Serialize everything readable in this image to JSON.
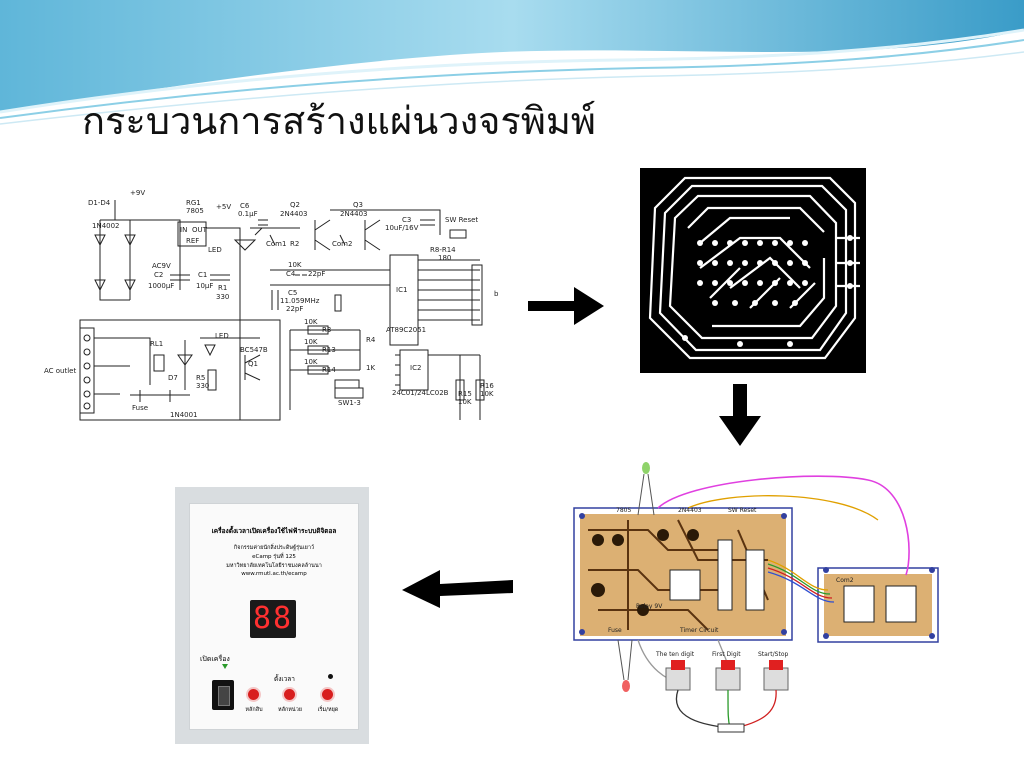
{
  "slide": {
    "title": "กระบวนการสร้างแผ่นวงจรพิมพ์"
  },
  "schematic": {
    "labels": [
      "D1-D4",
      "1N4002",
      "+9V",
      "RG1",
      "7805",
      "IN",
      "OUT",
      "REF",
      "+5V",
      "C6",
      "0.1µF",
      "Q2",
      "2N4403",
      "Q3",
      "2N4403",
      "C3",
      "10uF/16V",
      "SW Reset",
      "Com1",
      "R2",
      "Com2",
      "LED",
      "AC9V",
      "C2",
      "1000µF",
      "C1",
      "10µF",
      "R1",
      "330",
      "10K",
      "C4",
      "22pF",
      "C5",
      "11.059MHz",
      "22pF",
      "R8-R14",
      "180",
      "IC1",
      "AT89C2051",
      "10K",
      "R3",
      "10K",
      "R13",
      "10K",
      "R14",
      "RL1",
      "LED",
      "BC547B",
      "Q1",
      "D7",
      "R5",
      "330",
      "AC outlet",
      "Fuse",
      "1N4001",
      "SW1-3",
      "IC2",
      "24C01/24LC02B",
      "R15",
      "10K",
      "R16",
      "10K",
      "R4",
      "1K",
      "b"
    ]
  },
  "assembly": {
    "labels": [
      "7805",
      "2N4403",
      "SW Reset",
      "Relay 9V",
      "Fuse",
      "Timer Circuit",
      "Com2",
      "The ten digit",
      "First Digit",
      "Start/Stop"
    ]
  },
  "device": {
    "title": "เครื่องตั้งเวลาเปิดเครื่องใช้ไฟฟ้าระบบดิจิตอล",
    "line1": "กิจกรรมค่ายนักสิ่งประดิษฐ์รุ่นเยาว์",
    "line2": "eCamp รุ่นที่ 125",
    "line3": "มหาวิทยาลัยเทคโนโลยีราชมงคลล้านนา",
    "line4": "www.rmutl.ac.th/ecamp",
    "digits": "88",
    "power_label": "เปิดเครื่อง",
    "set_label": "ตั้งเวลา",
    "btn1": "หลักสิบ",
    "btn2": "หลักหน่วย",
    "btn3": "เริ่ม/หยุด"
  }
}
